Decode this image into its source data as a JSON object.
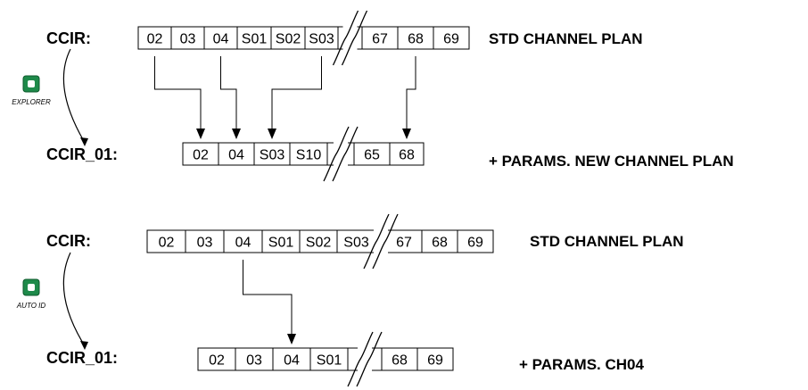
{
  "sections": [
    {
      "mode_icon": {
        "label": "EXPLORER",
        "color": "#1e8a4a",
        "icon": "green-square-button-icon"
      },
      "std_plan": {
        "name": "CCIR:",
        "description": "STD CHANNEL PLAN",
        "channels_before_break": [
          "02",
          "03",
          "04",
          "S01",
          "S02",
          "S03"
        ],
        "channels_after_break": [
          "67",
          "68",
          "69"
        ]
      },
      "new_plan": {
        "name": "CCIR_01:",
        "description": "+ PARAMS. NEW CHANNEL PLAN",
        "channels_before_break": [
          "02",
          "04",
          "S03",
          "S10"
        ],
        "channels_after_break": [
          "65",
          "68"
        ]
      },
      "mappings": [
        {
          "from": "02",
          "to": "02"
        },
        {
          "from": "04",
          "to": "04"
        },
        {
          "from": "S03",
          "to": "S03"
        },
        {
          "from": "68",
          "to": "68"
        }
      ]
    },
    {
      "mode_icon": {
        "label": "AUTO ID",
        "color": "#1e8a4a",
        "icon": "green-square-button-icon"
      },
      "std_plan": {
        "name": "CCIR:",
        "description": "STD CHANNEL PLAN",
        "channels_before_break": [
          "02",
          "03",
          "04",
          "S01",
          "S02",
          "S03"
        ],
        "channels_after_break": [
          "67",
          "68",
          "69"
        ]
      },
      "new_plan": {
        "name": "CCIR_01:",
        "description": "+ PARAMS. CH04",
        "channels_before_break": [
          "02",
          "03",
          "04",
          "S01"
        ],
        "channels_after_break": [
          "68",
          "69"
        ]
      },
      "mappings": [
        {
          "from": "04",
          "to": "04"
        }
      ]
    }
  ]
}
